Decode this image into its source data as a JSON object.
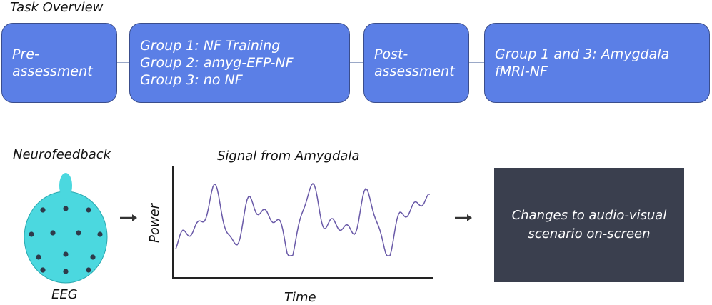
{
  "task_overview": {
    "title": "Task Overview",
    "steps": [
      {
        "lines": [
          "Pre-",
          "assessment"
        ]
      },
      {
        "lines": [
          "Group 1: NF Training",
          "Group 2: amyg-EFP-NF",
          "Group 3: no NF"
        ]
      },
      {
        "lines": [
          "Post-",
          "assessment"
        ]
      },
      {
        "lines": [
          "Group 1 and 3: Amygdala",
          "fMRI-NF"
        ]
      }
    ]
  },
  "neurofeedback": {
    "title": "Neurofeedback",
    "head_label": "EEG",
    "head_color": "#4bd8df",
    "electrode_color": "#2e3a4a",
    "plot": {
      "title": "Signal from Amygdala",
      "ylabel": "Power",
      "xlabel": "Time",
      "line_color": "#6a5aa8"
    },
    "output_text": [
      "Changes to audio-visual",
      "scenario on-screen"
    ]
  }
}
